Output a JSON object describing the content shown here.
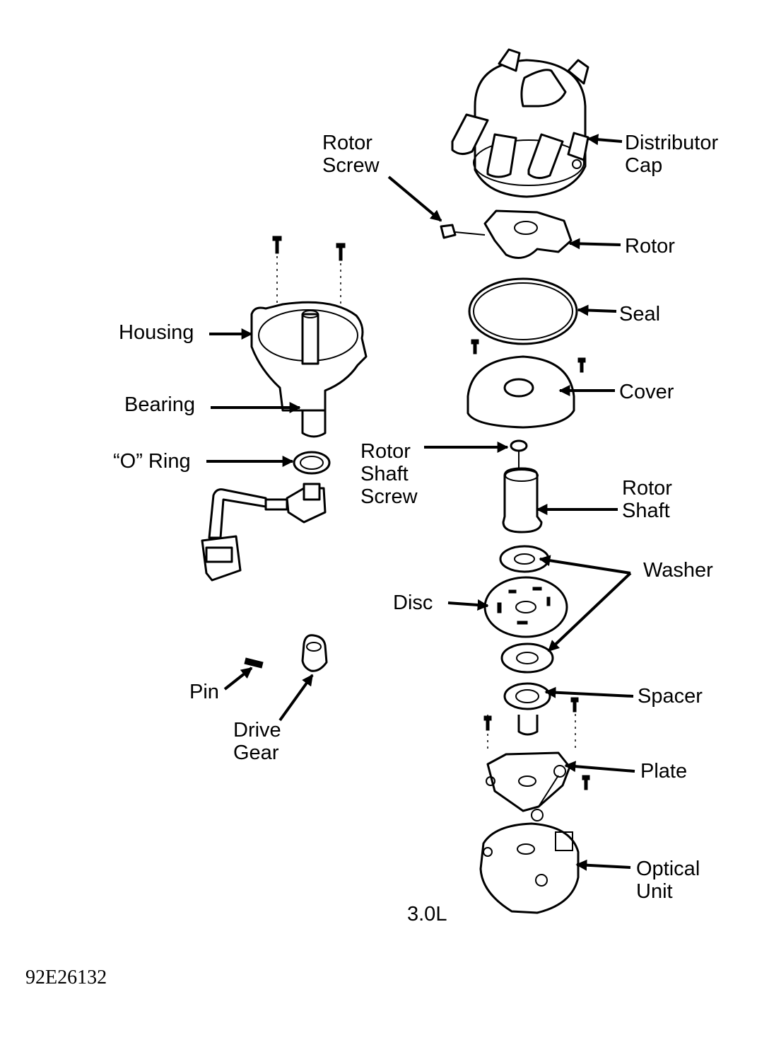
{
  "labels": {
    "rotor_screw": [
      "Rotor",
      "Screw"
    ],
    "distributor_cap": [
      "Distributor",
      "Cap"
    ],
    "rotor": "Rotor",
    "seal": "Seal",
    "housing": "Housing",
    "bearing": "Bearing",
    "cover": "Cover",
    "o_ring": "“O” Ring",
    "rotor_shaft_screw": [
      "Rotor",
      "Shaft",
      "Screw"
    ],
    "rotor_shaft": [
      "Rotor",
      "Shaft"
    ],
    "washer": "Washer",
    "disc": "Disc",
    "pin": "Pin",
    "drive_gear": [
      "Drive",
      "Gear"
    ],
    "spacer": "Spacer",
    "plate": "Plate",
    "optical_unit": [
      "Optical",
      "Unit"
    ],
    "engine": "3.0L"
  },
  "figure_code": "92E26132"
}
